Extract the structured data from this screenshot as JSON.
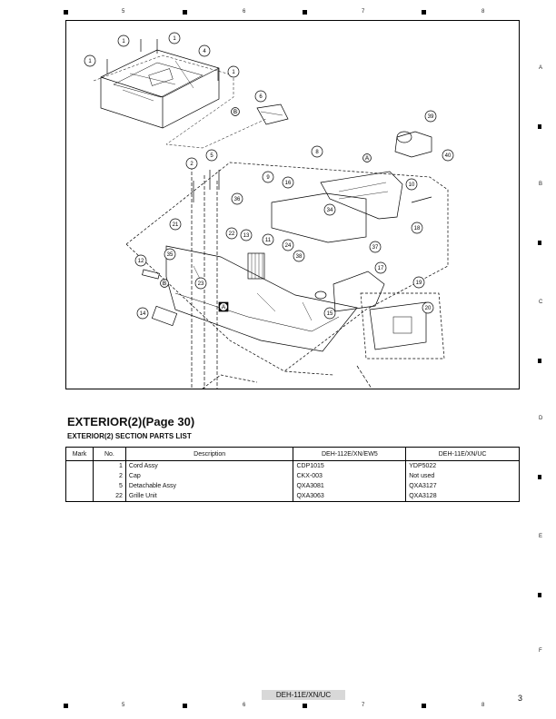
{
  "page": {
    "column_markers": [
      "5",
      "6",
      "7",
      "8"
    ],
    "row_markers": [
      "A",
      "B",
      "C",
      "D",
      "E",
      "F"
    ],
    "footer_model": "DEH-11E/XN/UC",
    "page_number": "3"
  },
  "diagram": {
    "callouts": [
      "1",
      "1",
      "1",
      "1",
      "4",
      "6",
      "39",
      "40",
      "8",
      "A",
      "B",
      "5",
      "2",
      "9",
      "16",
      "10",
      "36",
      "34",
      "18",
      "21",
      "22",
      "13",
      "11",
      "24",
      "37",
      "35",
      "38",
      "12",
      "B",
      "17",
      "23",
      "19",
      "A",
      "20",
      "14",
      "15"
    ]
  },
  "section": {
    "title": "EXTERIOR(2)(Page 30)",
    "subtitle": "EXTERIOR(2) SECTION PARTS LIST"
  },
  "table": {
    "headers": [
      "Mark",
      "No.",
      "Description",
      "DEH-112E/XN/EW5",
      "DEH-11E/XN/UC"
    ],
    "rows": [
      {
        "mark": "",
        "no": "1",
        "description": "Cord Assy",
        "deh112": "CDP1015",
        "deh11": "YDP5022"
      },
      {
        "mark": "",
        "no": "2",
        "description": "Cap",
        "deh112": "CKX-003",
        "deh11": "Not used"
      },
      {
        "mark": "",
        "no": "5",
        "description": "Detachable Assy",
        "deh112": "QXA3081",
        "deh11": "QXA3127"
      },
      {
        "mark": "",
        "no": "22",
        "description": "Grille Unit",
        "deh112": "QXA3063",
        "deh11": "QXA3128"
      }
    ]
  }
}
